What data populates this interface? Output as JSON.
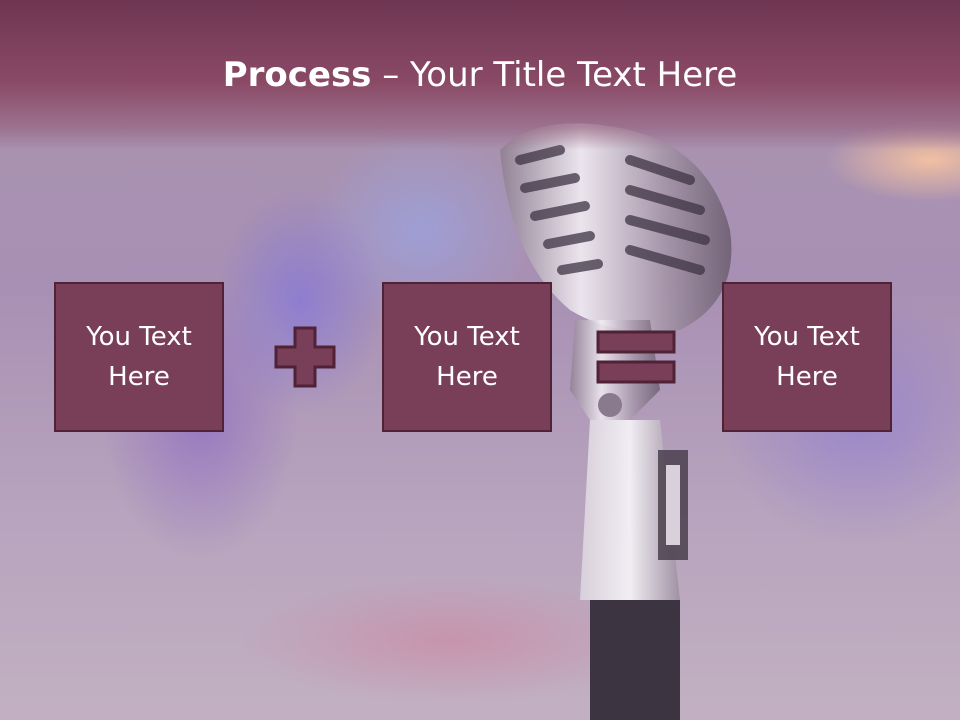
{
  "slide": {
    "title_bold": "Process",
    "title_rest": " – Your Title Text Here",
    "boxes": [
      {
        "text": "You Text Here"
      },
      {
        "text": "You Text Here"
      },
      {
        "text": "You Text Here"
      }
    ],
    "operators": [
      "plus-icon",
      "equals-icon"
    ]
  },
  "colors": {
    "band": "#7b3e5a",
    "box_fill": "#7a3f58",
    "box_border": "#4f2236",
    "text": "#ffffff"
  }
}
